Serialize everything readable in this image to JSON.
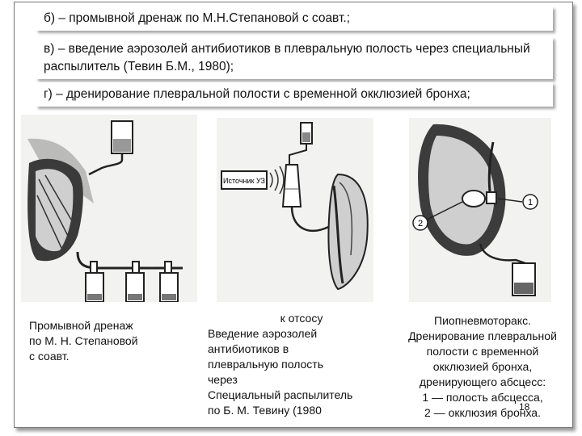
{
  "lines": [
    "б) – промывной дренаж по М.Н.Степановой с соавт.;",
    "в) – введение аэрозолей антибиотиков в плевральную полость через специальный распылитель (Тевин Б.М., 1980);",
    "г) – дренирование плевральной полости с временной окклюзией бронха;"
  ],
  "figures": {
    "left": {
      "caption": "Промывной дренаж\nпо М. Н. Степановой\nс соавт."
    },
    "middle": {
      "top_note": "к отсосу",
      "caption": "Введение аэрозолей\nантибиотиков в\nплевральную полость\nчерез\nСпециальный распылитель\nпо Б. М. Тевину (1980",
      "device_label": "Источник УЗ"
    },
    "right": {
      "caption": "Пиопневмоторакс.\nДренирование плевральной\nполости с временной\nокклюзией бронха,\nдренирующего абсцесс:\n1 — полость абсцесса,\n2 — окклюзия бронха.",
      "marker_1": "1",
      "marker_2": "2"
    }
  },
  "page_number": "18"
}
